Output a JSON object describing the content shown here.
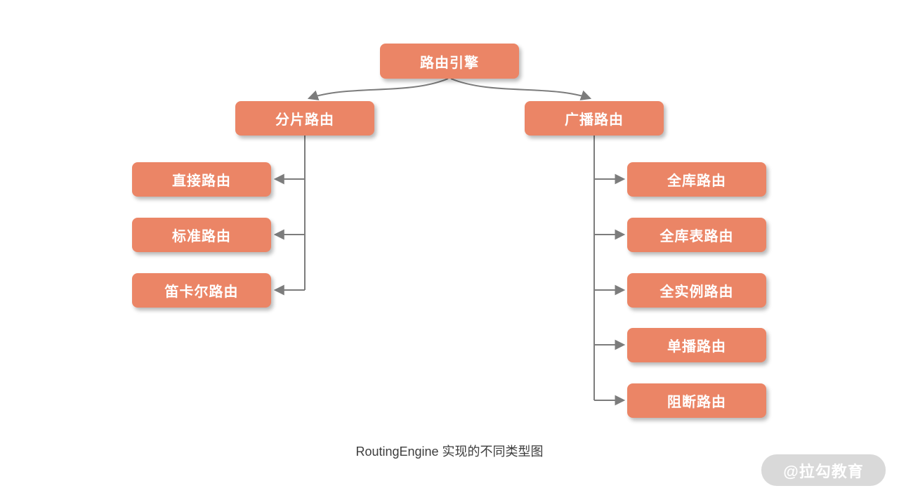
{
  "diagram": {
    "root": {
      "label": "路由引擎"
    },
    "left_branch": {
      "label": "分片路由",
      "children": [
        {
          "label": "直接路由"
        },
        {
          "label": "标准路由"
        },
        {
          "label": "笛卡尔路由"
        }
      ]
    },
    "right_branch": {
      "label": "广播路由",
      "children": [
        {
          "label": "全库路由"
        },
        {
          "label": "全库表路由"
        },
        {
          "label": "全实例路由"
        },
        {
          "label": "单播路由"
        },
        {
          "label": "阻断路由"
        }
      ]
    },
    "caption": "RoutingEngine 实现的不同类型图",
    "watermark": "@拉勾教育"
  },
  "colors": {
    "node_fill": "#EB8566",
    "node_text": "#FFFFFF",
    "connector": "#7C7C7C",
    "caption_text": "#3D3D3D",
    "watermark_bg": "#D9D9D9",
    "watermark_text": "#FFFFFF",
    "background": "#FFFFFF"
  }
}
